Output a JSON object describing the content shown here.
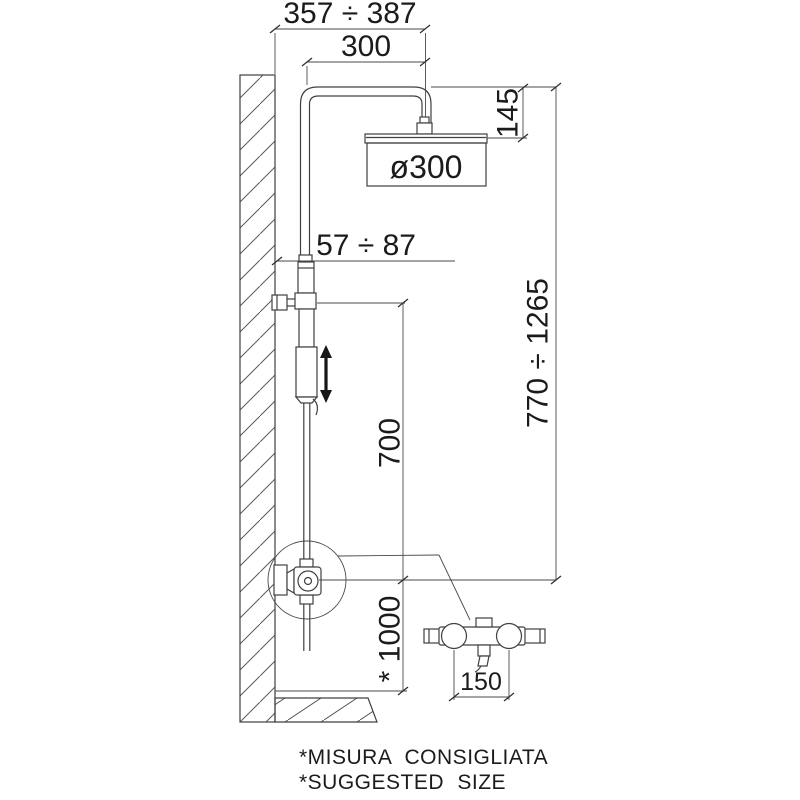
{
  "drawing": {
    "dims": {
      "wall_to_head_range": "357 ÷ 387",
      "arm_projection": "300",
      "head_drop": "145",
      "head_diameter": "ø300",
      "slider_adjust_range": "57 ÷ 87",
      "column_height_range": "770 ÷ 1265",
      "bar_to_mixer": "700",
      "suggested_mixer_height": "* 1000",
      "mixer_inlet_spacing": "150"
    },
    "notes": {
      "italian": "*MISURA CONSIGLIATA",
      "english": "*SUGGESTED SIZE"
    },
    "colors": {
      "line": "#404040",
      "dimension_line": "#4a4a4a",
      "text": "#1b1b1b",
      "background": "#ffffff"
    }
  }
}
